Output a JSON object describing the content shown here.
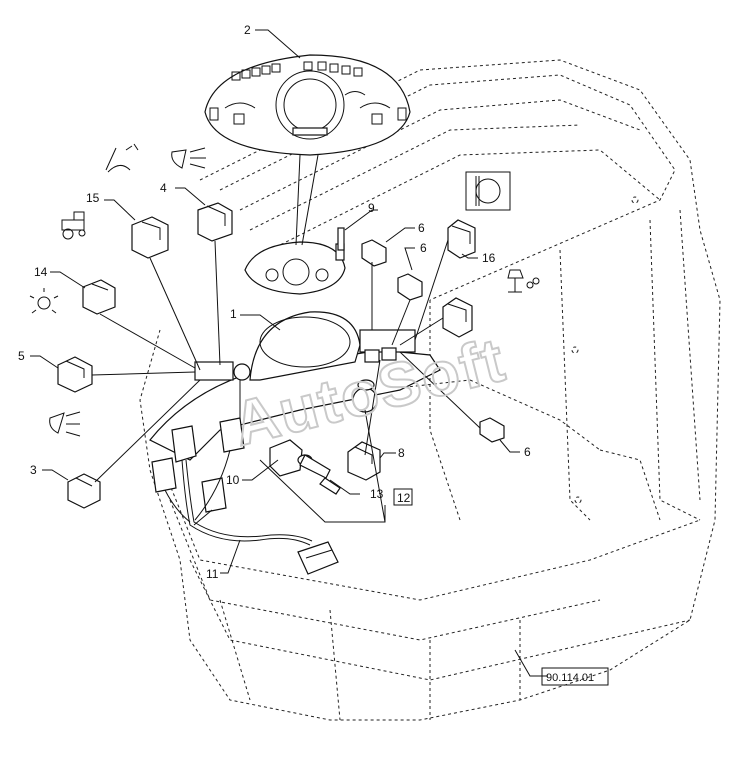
{
  "callouts": {
    "c1": "1",
    "c2": "2",
    "c3": "3",
    "c4": "4",
    "c5": "5",
    "c6a": "6",
    "c6b": "6",
    "c6c": "6",
    "c8": "8",
    "c9": "9",
    "c10": "10",
    "c11": "11",
    "c12": "12",
    "c13": "13",
    "c14": "14",
    "c15": "15",
    "c16": "16"
  },
  "reference_box": "90.114.01",
  "watermark": "AutoSoft"
}
